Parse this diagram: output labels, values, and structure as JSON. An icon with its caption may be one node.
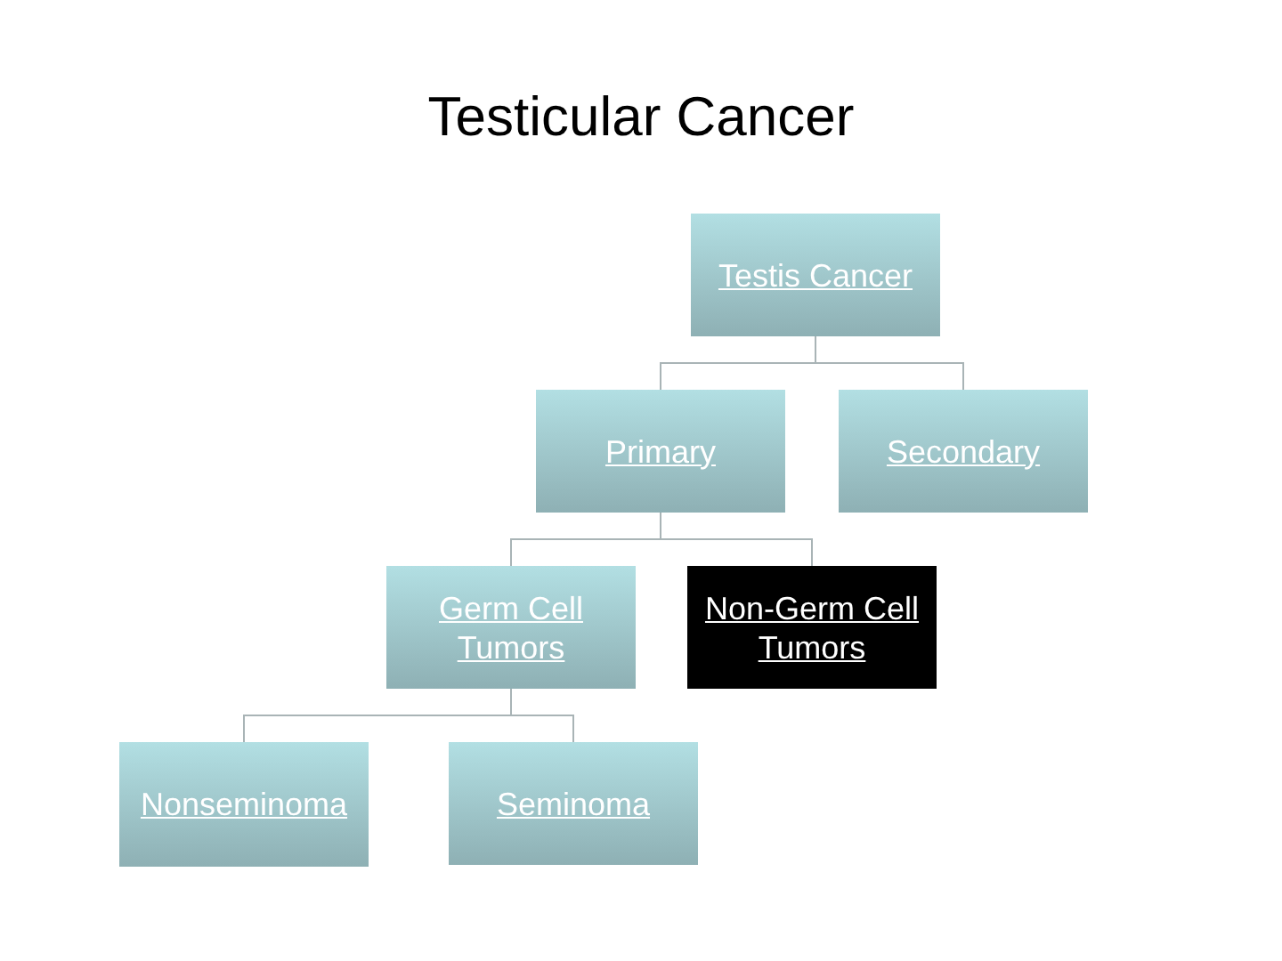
{
  "diagram": {
    "title": "Testicular Cancer",
    "nodes": [
      {
        "text": [
          "Testis Cancer"
        ]
      },
      {
        "text": [
          "Primary"
        ]
      },
      {
        "text": [
          "Secondary"
        ]
      },
      {
        "text": [
          "Germ Cell Tumors"
        ]
      },
      {
        "text": [
          "Non-Germ Cell Tumors"
        ]
      },
      {
        "text": [
          "Nonseminoma"
        ]
      },
      {
        "text": [
          "Seminoma"
        ]
      }
    ],
    "edges": [
      {
        "from": 0,
        "to": 1,
        "arrow": "none"
      },
      {
        "from": 0,
        "to": 2,
        "arrow": "none"
      },
      {
        "from": 1,
        "to": 3,
        "arrow": "none"
      },
      {
        "from": 1,
        "to": 4,
        "arrow": "none"
      },
      {
        "from": 3,
        "to": 5,
        "arrow": "none"
      },
      {
        "from": 3,
        "to": 6,
        "arrow": "none"
      }
    ]
  }
}
